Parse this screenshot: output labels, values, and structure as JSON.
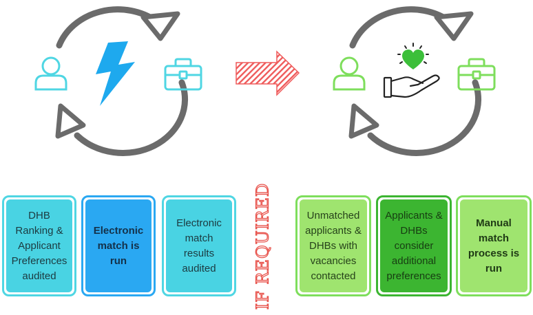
{
  "colors": {
    "cycle_grey": "#6b6b6b",
    "cyan": "#4fd6e3",
    "cyan_light": "#49d3e3",
    "blue_bright": "#2aa8f2",
    "lightning": "#1ea9ee",
    "green": "#7ede5c",
    "green_light": "#9fe46f",
    "green_dark": "#3cb531",
    "heart": "#3cbf3a",
    "arrow_red": "#ef5b5b",
    "label_red": "#e8554e"
  },
  "icons": {
    "left": [
      "person-icon",
      "lightning-icon",
      "briefcase-icon"
    ],
    "right": [
      "person-icon",
      "heart-in-hand-icon",
      "briefcase-icon"
    ],
    "transition": "striped-right-arrow-icon"
  },
  "left_steps": [
    {
      "text": "DHB Ranking & Applicant Preferences audited",
      "bold": false
    },
    {
      "text": "Electronic match is run",
      "bold": true
    },
    {
      "text": "Electronic match results audited",
      "bold": false
    }
  ],
  "right_steps": [
    {
      "text": "Unmatched applicants & DHBs with vacancies contacted",
      "bold": false
    },
    {
      "text": "Applicants & DHBs consider additional preferences",
      "bold": false
    },
    {
      "text": "Manual match process is run",
      "bold": true
    }
  ],
  "divider_label": "IF REQUIRED"
}
